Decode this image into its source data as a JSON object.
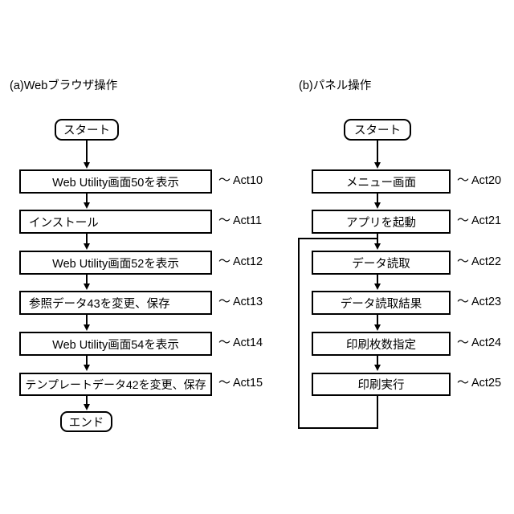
{
  "figure": {
    "panels": [
      {
        "id": "a",
        "title": "(a)Webブラウザ操作",
        "start_label": "スタート",
        "end_label": "エンド",
        "steps": [
          {
            "text": "Web Utility画面50を表示",
            "act": "Act10",
            "tilde": "～",
            "align": "center"
          },
          {
            "text": "インストール",
            "act": "Act11",
            "tilde": "～",
            "align": "left"
          },
          {
            "text": "Web Utility画面52を表示",
            "act": "Act12",
            "tilde": "～",
            "align": "center"
          },
          {
            "text": "参照データ43を変更、保存",
            "act": "Act13",
            "tilde": "～",
            "align": "left"
          },
          {
            "text": "Web Utility画面54を表示",
            "act": "Act14",
            "tilde": "～",
            "align": "center"
          },
          {
            "text": "テンプレートデータ42を変更、保存",
            "act": "Act15",
            "tilde": "～",
            "align": "center"
          }
        ]
      },
      {
        "id": "b",
        "title": "(b)パネル操作",
        "start_label": "スタート",
        "end_label": null,
        "steps": [
          {
            "text": "メニュー画面",
            "act": "Act20",
            "tilde": "～",
            "align": "center"
          },
          {
            "text": "アプリを起動",
            "act": "Act21",
            "tilde": "～",
            "align": "center"
          },
          {
            "text": "データ読取",
            "act": "Act22",
            "tilde": "～",
            "align": "center"
          },
          {
            "text": "データ読取結果",
            "act": "Act23",
            "tilde": "～",
            "align": "center"
          },
          {
            "text": "印刷枚数指定",
            "act": "Act24",
            "tilde": "～",
            "align": "center"
          },
          {
            "text": "印刷実行",
            "act": "Act25",
            "tilde": "～",
            "align": "center"
          }
        ],
        "loop": {
          "from_step": "Act25",
          "to_step": "Act22"
        }
      }
    ],
    "colors": {
      "stroke": "#000000",
      "background": "#ffffff",
      "text": "#000000"
    }
  }
}
